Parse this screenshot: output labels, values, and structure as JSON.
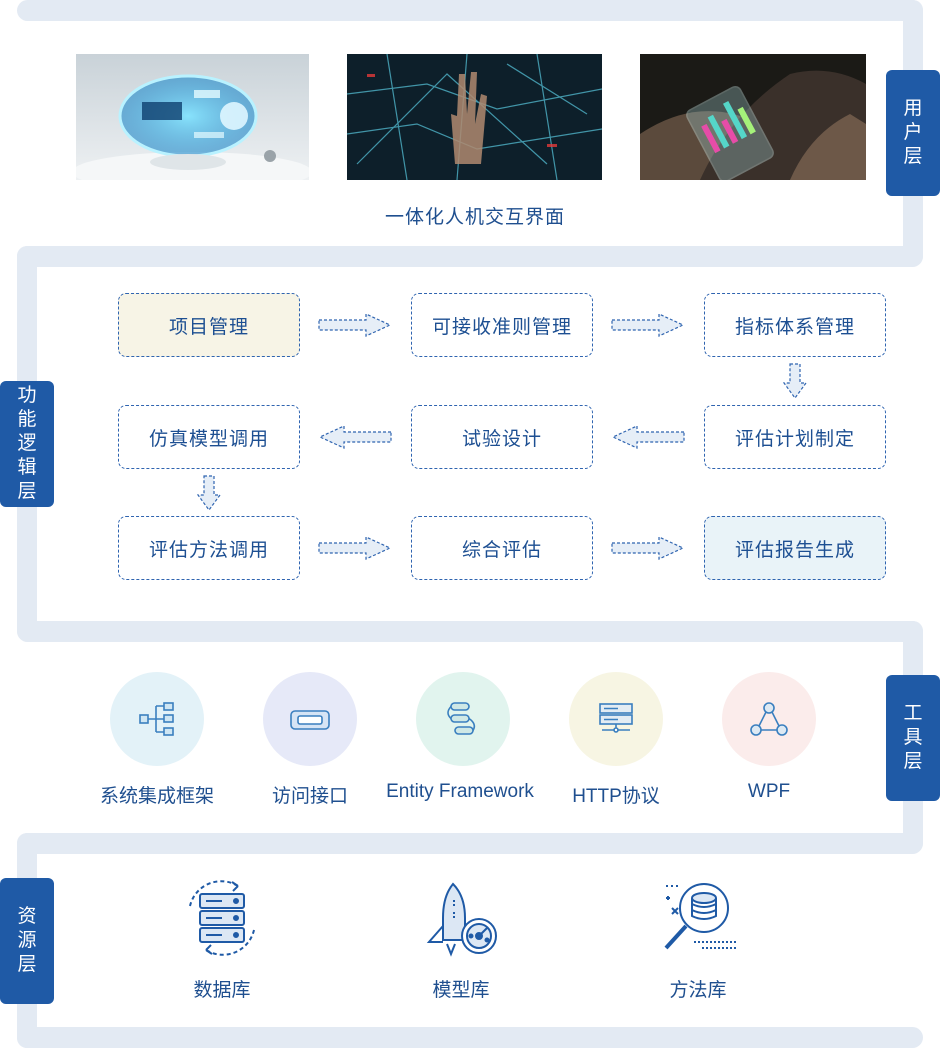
{
  "layers": {
    "user": "用户层",
    "function": "功能逻辑层",
    "tool": "工具层",
    "resource": "资源层"
  },
  "user_layer": {
    "caption": "一体化人机交互界面"
  },
  "function_layer": {
    "row1": [
      "项目管理",
      "可接收准则管理",
      "指标体系管理"
    ],
    "row2": [
      "仿真模型调用",
      "试验设计",
      "评估计划制定"
    ],
    "row3": [
      "评估方法调用",
      "综合评估",
      "评估报告生成"
    ]
  },
  "tool_layer": {
    "items": [
      {
        "label": "系统集成框架",
        "icon": "hierarchy-icon",
        "bg": "#e3f2f8"
      },
      {
        "label": "访问接口",
        "icon": "interface-icon",
        "bg": "#e6e9f8"
      },
      {
        "label": "Entity Framework",
        "icon": "workflow-icon",
        "bg": "#e1f4ee"
      },
      {
        "label": "HTTP协议",
        "icon": "server-icon",
        "bg": "#f7f5e3"
      },
      {
        "label": "WPF",
        "icon": "network-icon",
        "bg": "#fbeceb"
      }
    ]
  },
  "resource_layer": {
    "items": [
      {
        "label": "数据库",
        "icon": "database-server-icon"
      },
      {
        "label": "模型库",
        "icon": "rocket-gauge-icon"
      },
      {
        "label": "方法库",
        "icon": "data-search-icon"
      }
    ]
  },
  "colors": {
    "primary": "#1f5aa6",
    "track": "#e3eaf3",
    "box_border": "#2f64b0",
    "highlight_yellow": "#f7f4e6",
    "highlight_blue": "#e9f3f8"
  }
}
